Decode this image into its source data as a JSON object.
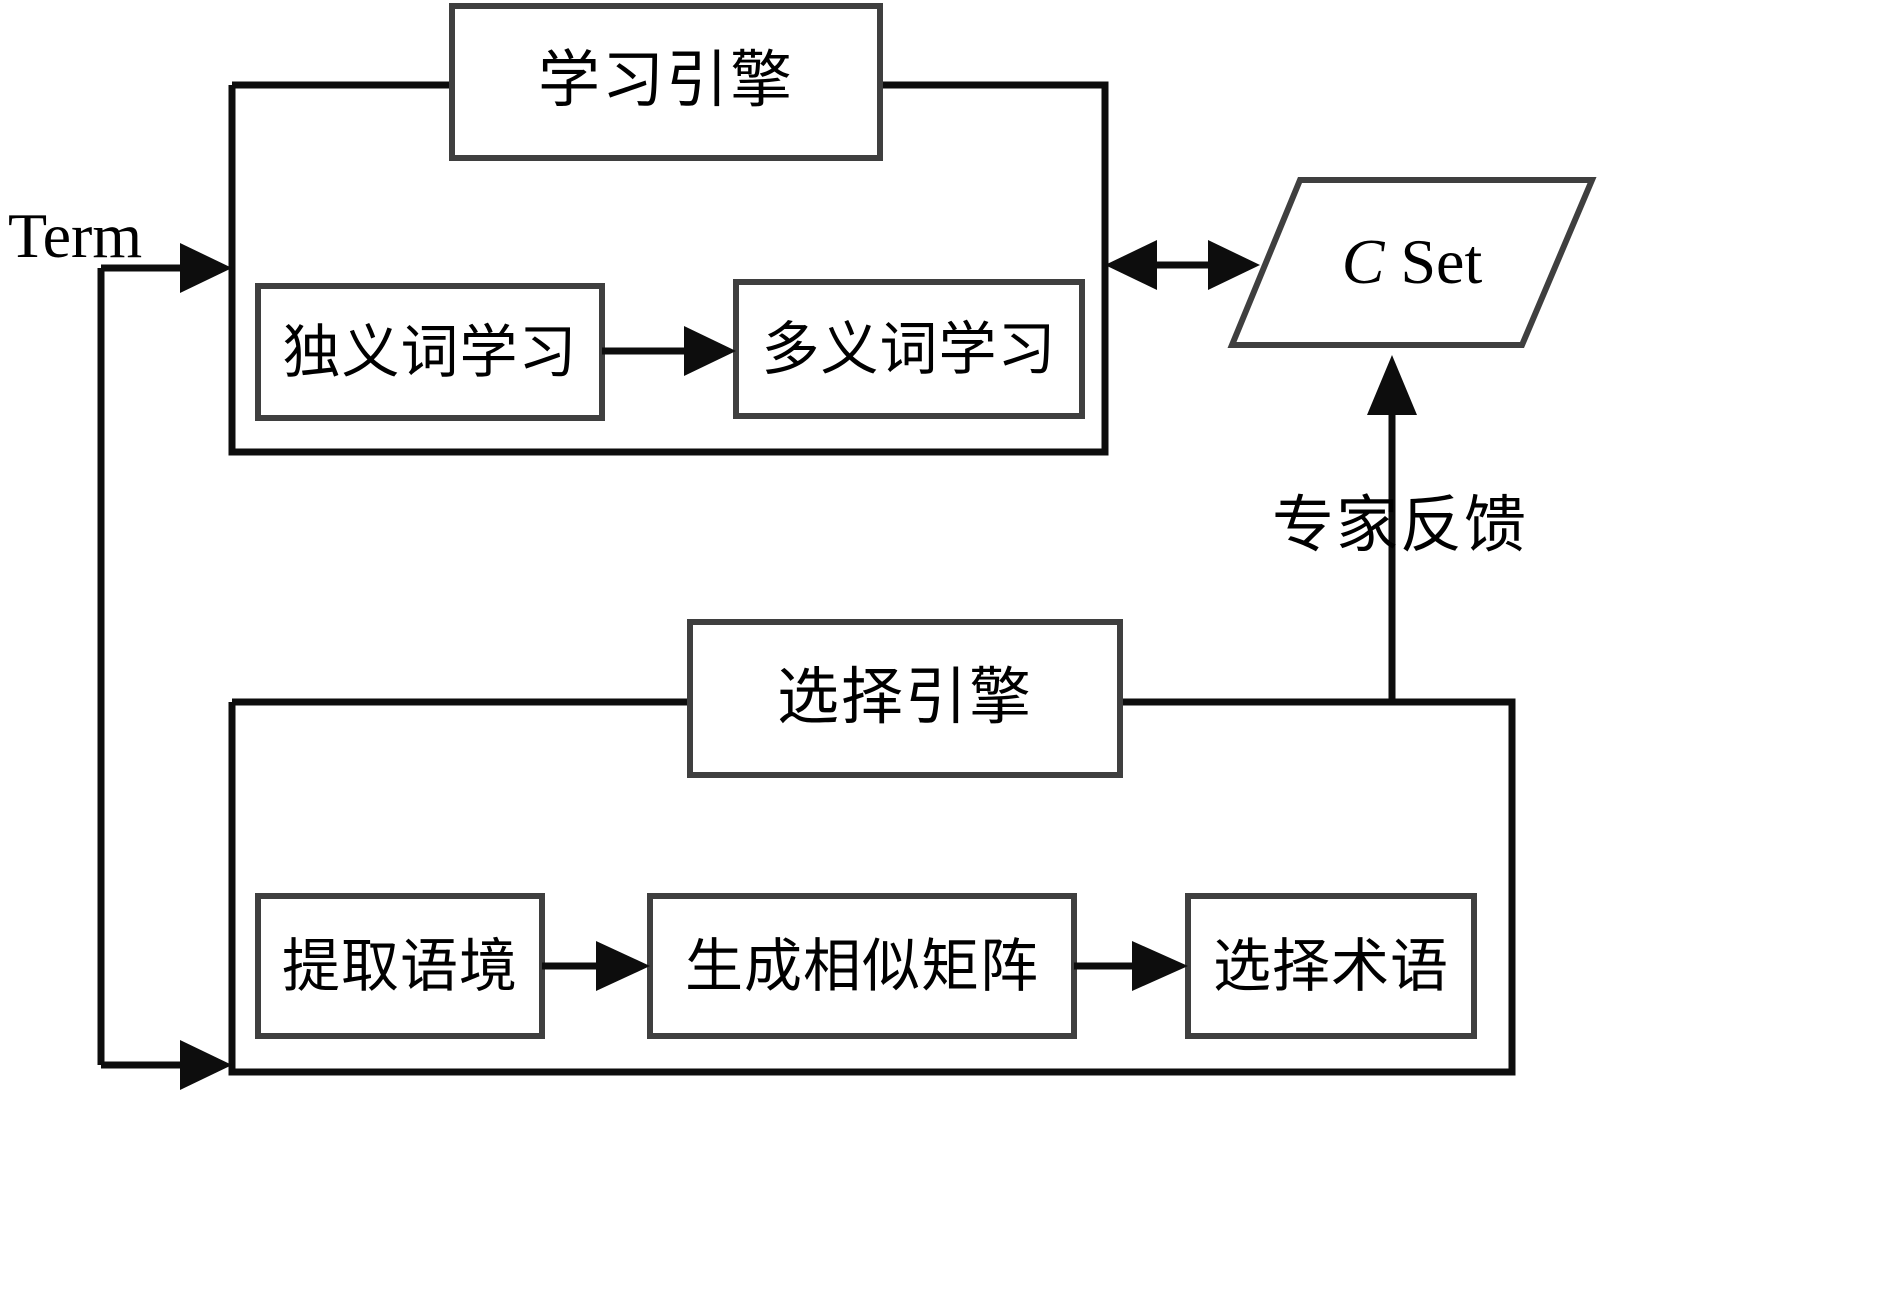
{
  "diagram": {
    "title_text": "Term-learning and term-selection engine flow diagram",
    "input_label": "Term",
    "external_store_label": "C Set",
    "feedback_label": "专家反馈",
    "modules": [
      {
        "id": "learning-engine",
        "header_label": "学习引擎",
        "steps": [
          {
            "id": "monosemous-learning",
            "label": "独义词学习"
          },
          {
            "id": "polysemous-learning",
            "label": "多义词学习"
          }
        ]
      },
      {
        "id": "selection-engine",
        "header_label": "选择引擎",
        "steps": [
          {
            "id": "extract-context",
            "label": "提取语境"
          },
          {
            "id": "generate-similarity-matrix",
            "label": "生成相似矩阵"
          },
          {
            "id": "select-term",
            "label": "选择术语"
          }
        ]
      }
    ],
    "colors": {
      "background": "#ffffff",
      "frame_stroke": "#0d0d0d",
      "box_stroke": "#3f3f3f",
      "text": "#000000"
    },
    "connections": [
      {
        "id": "term-to-learning-engine",
        "kind": "arrow",
        "direction": "right"
      },
      {
        "id": "term-to-selection-engine",
        "kind": "arrow",
        "direction": "right"
      },
      {
        "id": "monosemous-to-polysemous",
        "kind": "arrow",
        "direction": "right"
      },
      {
        "id": "learning-engine-to-c-set",
        "kind": "double-arrow",
        "direction": "both"
      },
      {
        "id": "selection-engine-to-c-set",
        "kind": "arrow",
        "direction": "up"
      },
      {
        "id": "extract-to-matrix",
        "kind": "arrow",
        "direction": "right"
      },
      {
        "id": "matrix-to-select",
        "kind": "arrow",
        "direction": "right"
      }
    ]
  }
}
